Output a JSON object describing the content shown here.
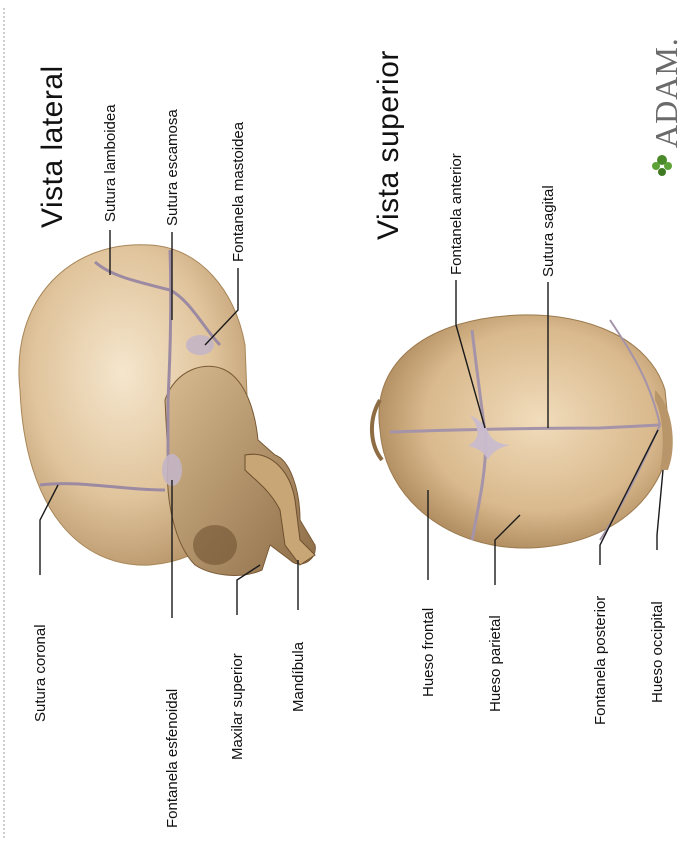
{
  "titles": {
    "lateral": "Vista lateral",
    "superior": "Vista superior"
  },
  "lateral_labels": {
    "sutura_lamboidea": "Sutura lamboidea",
    "sutura_escamosa": "Sutura escamosa",
    "fontanela_mastoidea": "Fontanela mastoidea",
    "sutura_coronal": "Sutura coronal",
    "fontanela_esfenoidal": "Fontanela esfenoidal",
    "maxilar_superior": "Maxilar superior",
    "mandibula": "Mandíbula"
  },
  "superior_labels": {
    "fontanela_anterior": "Fontanela anterior",
    "sutura_sagital": "Sutura sagital",
    "hueso_frontal": "Hueso frontal",
    "hueso_parietal": "Hueso parietal",
    "fontanela_posterior": "Fontanela posterior",
    "hueso_occipital": "Hueso occipital"
  },
  "logo": {
    "text": "ADAM."
  },
  "colors": {
    "bone": "#e3c9a3",
    "bone_dark": "#b89466",
    "suture": "#b8a9b9",
    "leader": "#1a1a1a",
    "logo_green": "#4a8a2a"
  }
}
